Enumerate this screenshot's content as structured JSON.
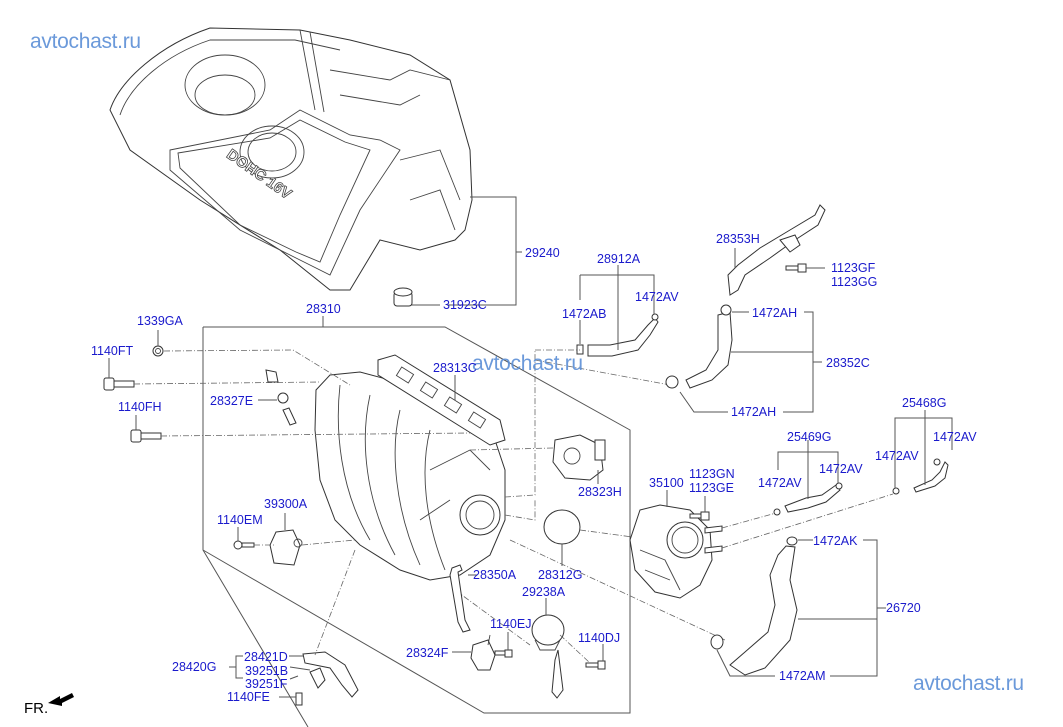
{
  "watermarks": [
    "avtochast.ru",
    "avtochast.ru",
    "avtochast.ru"
  ],
  "cover_text": "DOHC 16V",
  "direction_label": "FR.",
  "labels": {
    "p29240": "29240",
    "p31923C": "31923C",
    "p28912A": "28912A",
    "p1472AB": "1472AB",
    "p1472AV_a": "1472AV",
    "p28353H": "28353H",
    "p1123GF": "1123GF",
    "p1123GG": "1123GG",
    "p1472AH_a": "1472AH",
    "p28352C": "28352C",
    "p1472AH_b": "1472AH",
    "p28310": "28310",
    "p1339GA": "1339GA",
    "p1140FT": "1140FT",
    "p28313C": "28313C",
    "p28327E": "28327E",
    "p1140FH": "1140FH",
    "p28323H": "28323H",
    "p35100": "35100",
    "p1123GN": "1123GN",
    "p1123GE": "1123GE",
    "p25469G": "25469G",
    "p1472AV_b": "1472AV",
    "p1472AV_c": "1472AV",
    "p25468G": "25468G",
    "p1472AV_d": "1472AV",
    "p1472AV_e": "1472AV",
    "p39300A": "39300A",
    "p1140EM": "1140EM",
    "p28350A": "28350A",
    "p28312G": "28312G",
    "p1472AK": "1472AK",
    "p29238A": "29238A",
    "p26720": "26720",
    "p1140EJ": "1140EJ",
    "p1140DJ": "1140DJ",
    "p28324F": "28324F",
    "p28421D": "28421D",
    "p28420G": "28420G",
    "p39251B": "39251B",
    "p39251F": "39251F",
    "p1140FE": "1140FE",
    "p1472AM": "1472AM"
  }
}
